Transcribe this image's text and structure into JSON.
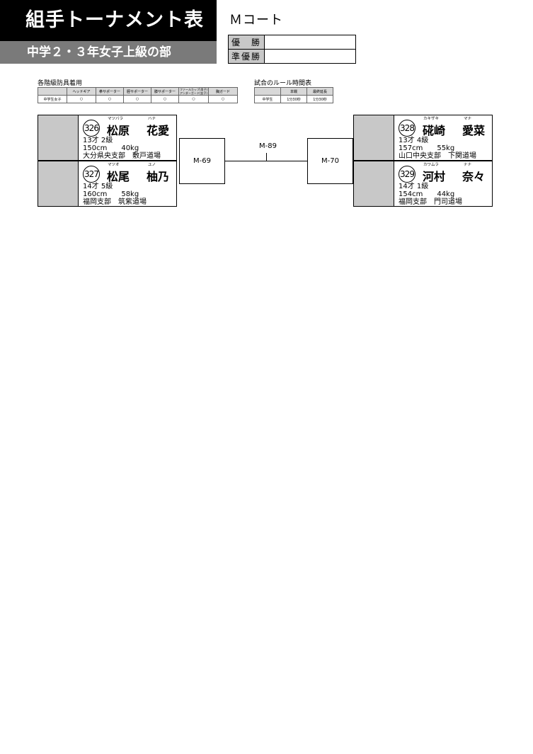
{
  "header": {
    "title": "組手トーナメント表",
    "subtitle": "中学２・３年女子上級の部",
    "court": "Ｍコート"
  },
  "results": [
    {
      "label": "優　勝",
      "value": ""
    },
    {
      "label": "準優勝",
      "value": ""
    }
  ],
  "gear_table": {
    "title": "各階級防具着用",
    "headers": [
      "",
      "ヘッドギア",
      "拳サポーター",
      "脛サポーター",
      "膝サポーター",
      "ファールカップ(男子)\nアンダーガード(女子)",
      "胸ガード"
    ],
    "row": [
      "中学生女子",
      "○",
      "○",
      "○",
      "○",
      "○",
      "○"
    ]
  },
  "rules_table": {
    "title": "試合のルール時間表",
    "headers": [
      "",
      "本戦",
      "最終延長"
    ],
    "row": [
      "中学生",
      "1分30秒",
      "1分30秒"
    ]
  },
  "players": [
    {
      "number": "326",
      "family": "松原",
      "given": "花愛",
      "family_kana": "マツバラ",
      "given_kana": "ハナ",
      "line1": "13才 2級",
      "line2": "150cm　　40kg",
      "line3": "大分県央支部　敷戸道場"
    },
    {
      "number": "327",
      "family": "松尾",
      "given": "柚乃",
      "family_kana": "マツオ",
      "given_kana": "ユノ",
      "line1": "14才 5級",
      "line2": "160cm　　58kg",
      "line3": "福岡支部　筑紫道場"
    },
    {
      "number": "328",
      "family": "硴崎",
      "given": "愛菜",
      "family_kana": "カキザキ",
      "given_kana": "マナ",
      "line1": "13才 4級",
      "line2": "157cm　　55kg",
      "line3": "山口中央支部　下関道場"
    },
    {
      "number": "329",
      "family": "河村",
      "given": "奈々",
      "family_kana": "カワムラ",
      "given_kana": "ナナ",
      "line1": "14才 1級",
      "line2": "154cm　　44kg",
      "line3": "福岡支部　門司道場"
    }
  ],
  "matches": {
    "left": "M-69",
    "right": "M-70",
    "final": "M-89"
  }
}
